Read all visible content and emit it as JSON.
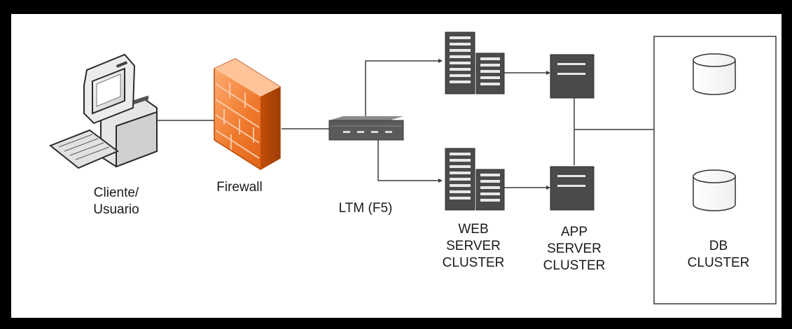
{
  "labels": {
    "client": [
      "Cliente/",
      "Usuario"
    ],
    "firewall": [
      "Firewall"
    ],
    "ltm": [
      "LTM (F5)"
    ],
    "web": [
      "WEB",
      "SERVER",
      "CLUSTER"
    ],
    "app": [
      "APP",
      "SERVER",
      "CLUSTER"
    ],
    "db": [
      "DB",
      "CLUSTER"
    ]
  },
  "colors": {
    "background": "#ffffff",
    "frame": "#000000",
    "line": "#3a3a3a",
    "server": "#4b4b4d",
    "firewall": "#f07a2c"
  },
  "icons": [
    "computer-icon",
    "firewall-icon",
    "load-balancer-icon",
    "web-server-icon",
    "app-server-icon",
    "database-icon"
  ]
}
